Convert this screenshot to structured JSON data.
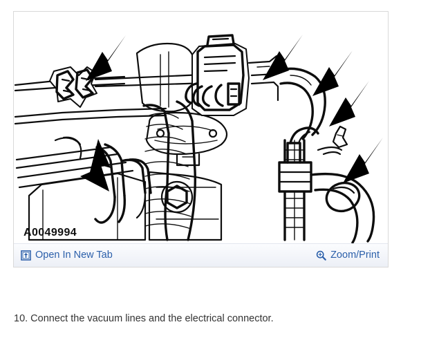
{
  "figure": {
    "code_label": "A0049994",
    "alt_description": "Line drawing of engine bay components showing vacuum lines and an electrical connector, with six black arrows pointing at connection points",
    "arrows": [
      {
        "id": "arrow-1",
        "target": "left-vacuum-line-clamp",
        "direction": "down-left"
      },
      {
        "id": "arrow-2",
        "target": "electrical-connector",
        "direction": "down-left"
      },
      {
        "id": "arrow-3",
        "target": "upper-right-vacuum-line",
        "direction": "down-left"
      },
      {
        "id": "arrow-4",
        "target": "right-vacuum-port",
        "direction": "down-left"
      },
      {
        "id": "arrow-5",
        "target": "lower-right-hose",
        "direction": "down-left"
      },
      {
        "id": "arrow-6",
        "target": "lower-left-bracket",
        "direction": "up-right"
      }
    ]
  },
  "toolbar": {
    "open_in_new_tab": {
      "label": "Open In New Tab",
      "icon": "open-in-new-tab-icon"
    },
    "zoom_print": {
      "label": "Zoom/Print",
      "icon": "magnifier-plus-icon"
    },
    "link_color": "#2b5faa",
    "background_color": "#f1f4fa"
  },
  "caption": {
    "step_text": "10. Connect the vacuum lines and the electrical connector."
  },
  "page": {
    "background_color": "#ffffff",
    "frame_border_color": "#d9d9d9"
  }
}
